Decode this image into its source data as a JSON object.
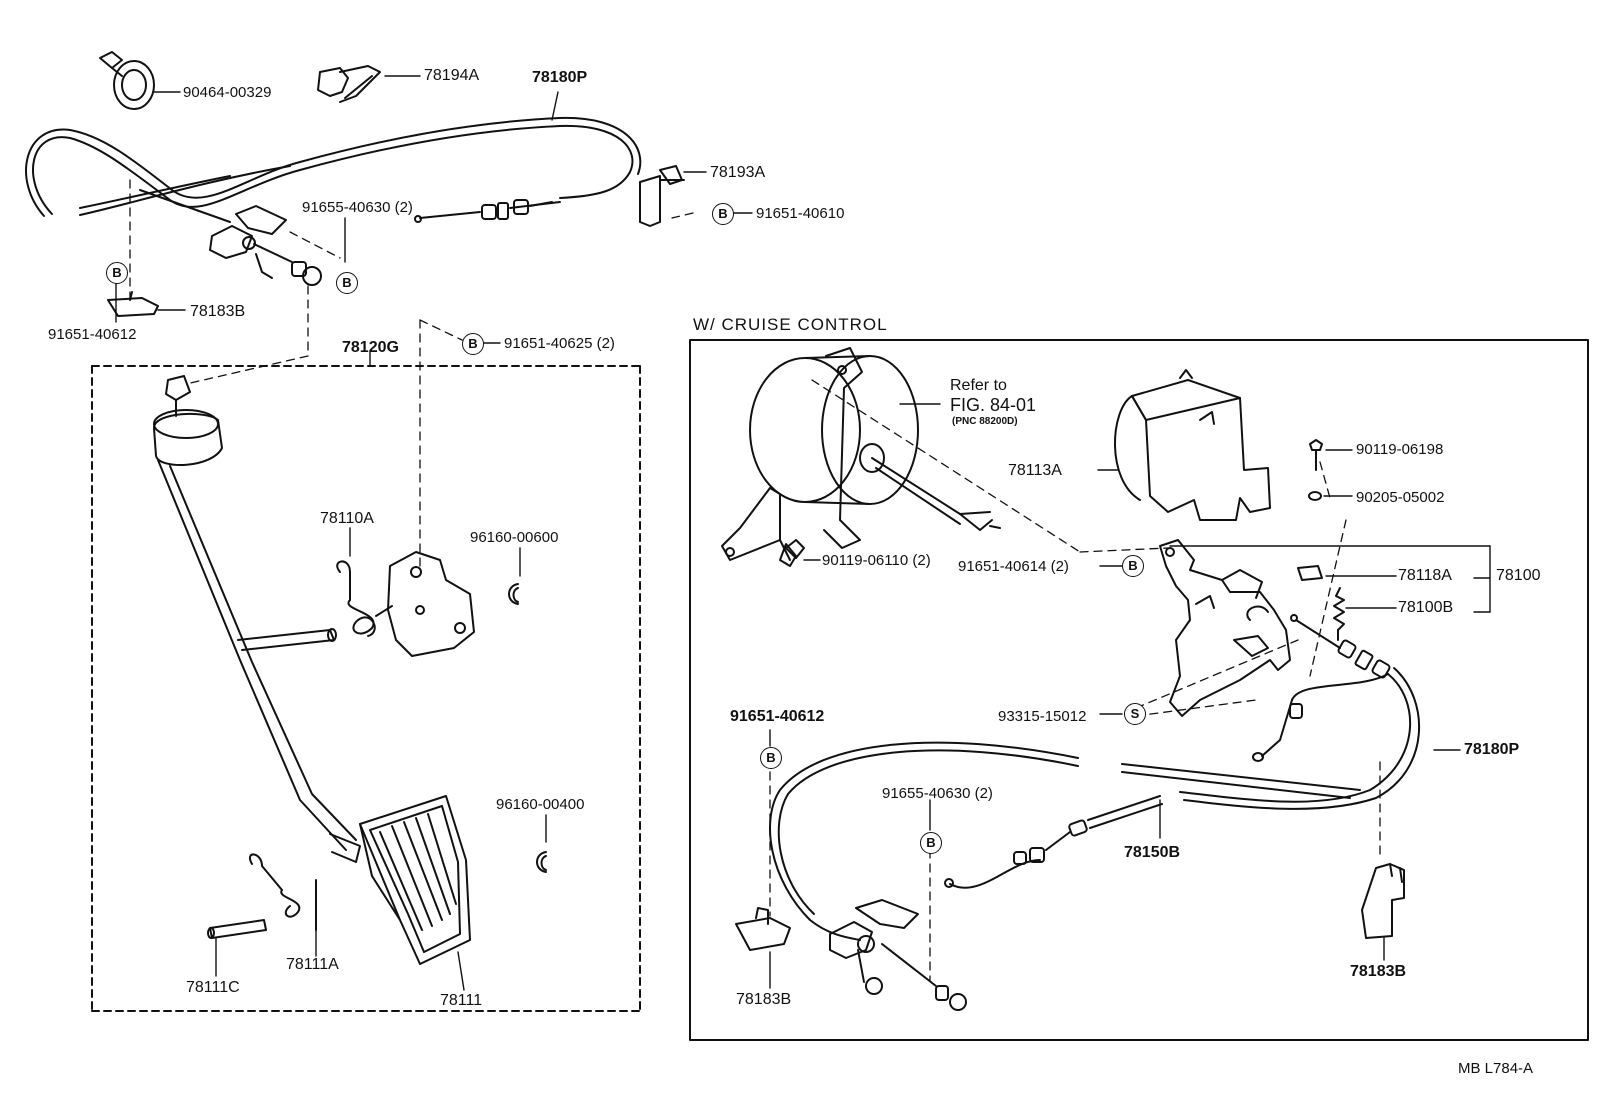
{
  "labels": {
    "p90464": "90464-00329",
    "p78194A": "78194A",
    "p78180P_top": "78180P",
    "p78193A": "78193A",
    "p91655_top": "91655-40630 (2)",
    "p91651_40610": "91651-40610",
    "p91651_40612_left": "91651-40612",
    "p78183B_left": "78183B",
    "p78120G": "78120G",
    "p91651_40625": "91651-40625 (2)",
    "p78110A": "78110A",
    "p96160_00600": "96160-00600",
    "p96160_00400": "96160-00400",
    "p78111A": "78111A",
    "p78111C": "78111C",
    "p78111": "78111",
    "cruise_title": "W/ CRUISE CONTROL",
    "refer_to": "Refer to",
    "fig_ref": "FIG. 84-01",
    "pnc_ref": "(PNC 88200D)",
    "p78113A": "78113A",
    "p90119_06198": "90119-06198",
    "p90205_05002": "90205-05002",
    "p90119_06110": "90119-06110 (2)",
    "p91651_40614": "91651-40614 (2)",
    "p78118A": "78118A",
    "p78100": "78100",
    "p78100B": "78100B",
    "p91651_40612_right": "91651-40612",
    "p93315_15012": "93315-15012",
    "p78180P_right": "78180P",
    "p91655_right": "91655-40630 (2)",
    "p78150B": "78150B",
    "p78183B_bottom": "78183B",
    "p78183B_right": "78183B",
    "footer": "MB  L784-A"
  },
  "symbols": {
    "bolt": "B",
    "screw": "S"
  }
}
